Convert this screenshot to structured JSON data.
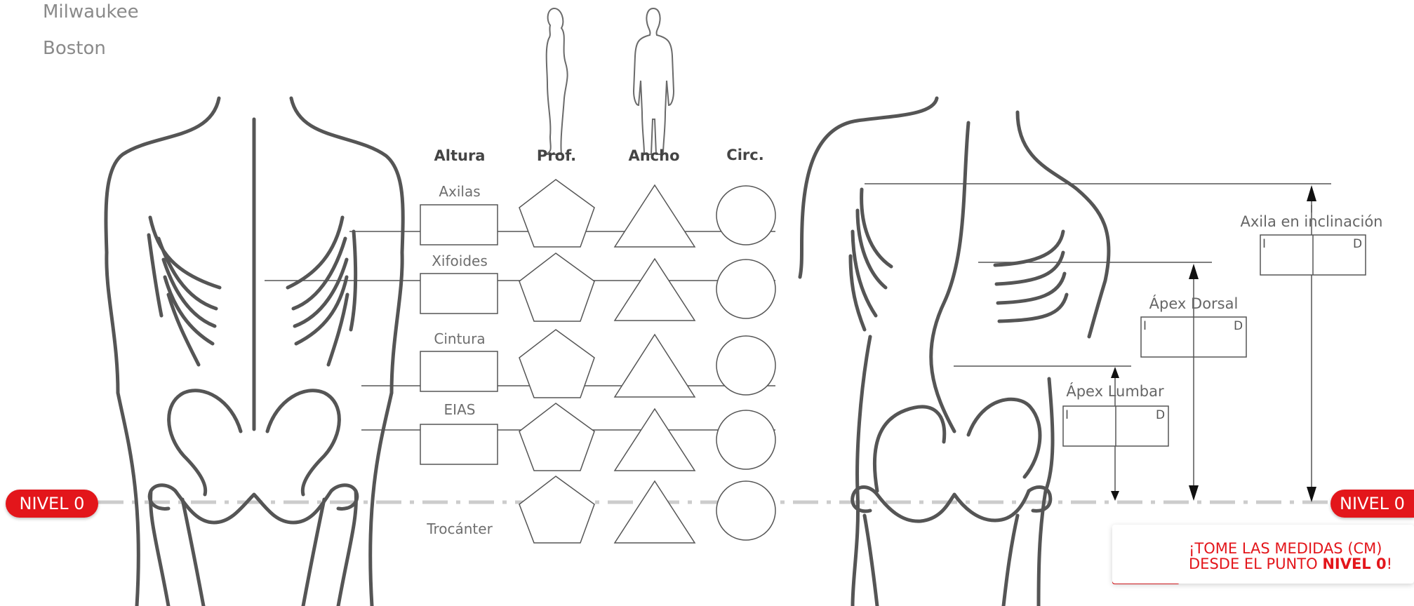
{
  "menu": {
    "item_milwaukee": "Milwaukee",
    "item_boston": "Boston"
  },
  "table": {
    "headers": [
      "Altura",
      "Prof.",
      "Ancho",
      "Circ."
    ],
    "rows": [
      "Axilas",
      "Xifoides",
      "Cintura",
      "EIAS",
      "Trocánter"
    ]
  },
  "measures": {
    "axila": "Axila en inclinación",
    "dorsal": "Ápex Dorsal",
    "lumbar": "Ápex Lumbar",
    "left_side": "I",
    "right_side": "D"
  },
  "nivel_label": "NIVEL 0",
  "warning": {
    "line1": "¡TOME LAS MEDIDAS (CM)",
    "line2_prefix": "DESDE EL PUNTO ",
    "line2_bold": "NIVEL 0",
    "line2_suffix": "!"
  },
  "colors": {
    "accent_red": "#e3161b",
    "body_stroke": "#555555",
    "dash_line": "#cccccc"
  }
}
